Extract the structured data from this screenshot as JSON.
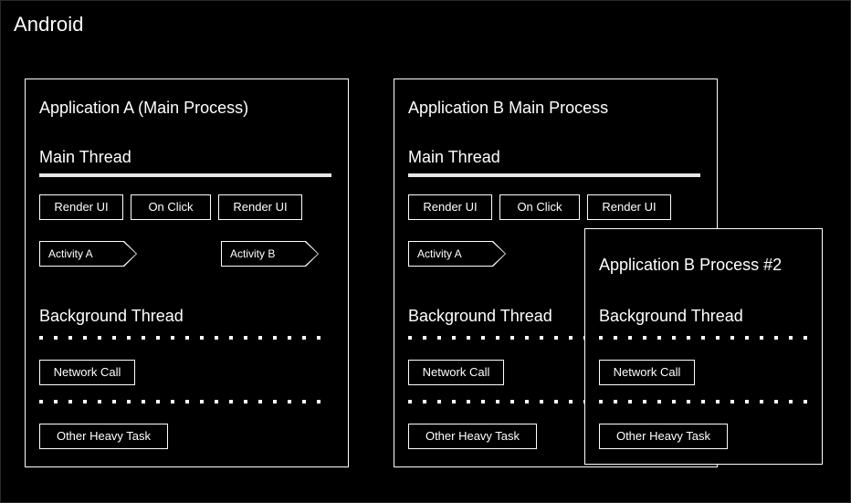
{
  "diagram": {
    "title": "Android",
    "background_color": "#000000",
    "line_color": "#ffffff"
  },
  "panels": [
    {
      "id": "app-a",
      "title": "Application A (Main Process)",
      "threads": [
        {
          "name": "Main Thread",
          "style": "solid",
          "tasks": [
            "Render UI",
            "On Click",
            "Render UI"
          ],
          "activities": [
            "Activity A",
            "Activity B"
          ]
        },
        {
          "name": "Background Thread",
          "style": "dotted",
          "tasks": [
            "Network Call",
            "Other Heavy Task"
          ],
          "activities": []
        }
      ]
    },
    {
      "id": "app-b",
      "title": "Application B Main Process",
      "threads": [
        {
          "name": "Main Thread",
          "style": "solid",
          "tasks": [
            "Render UI",
            "On Click",
            "Render UI"
          ],
          "activities": [
            "Activity A"
          ]
        },
        {
          "name": "Background Thread",
          "style": "dotted",
          "tasks": [
            "Network Call",
            "Other Heavy Task"
          ],
          "activities": []
        }
      ]
    },
    {
      "id": "app-b2",
      "title": "Application B Process #2",
      "threads": [
        {
          "name": "Background Thread",
          "style": "dotted",
          "tasks": [
            "Network Call",
            "Other Heavy Task"
          ],
          "activities": []
        }
      ]
    }
  ]
}
